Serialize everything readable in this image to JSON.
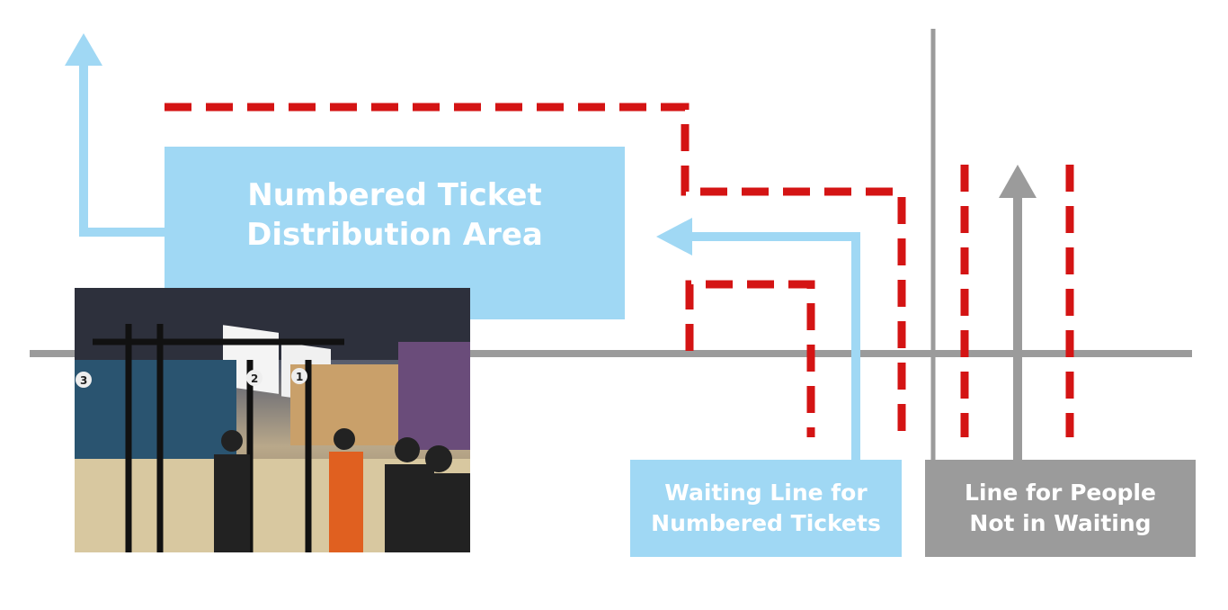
{
  "labels": {
    "distribution_area": [
      "Numbered Ticket",
      "Distribution Area"
    ],
    "waiting_line": [
      "Waiting Line for",
      "Numbered Tickets"
    ],
    "not_waiting_line": [
      "Line for People",
      "Not in Waiting"
    ]
  },
  "photo": {
    "booth_numbers": [
      "3",
      "2",
      "1"
    ]
  },
  "colors": {
    "blue": "#a0d8f4",
    "gray": "#9b9b9b",
    "red": "#d41414"
  }
}
